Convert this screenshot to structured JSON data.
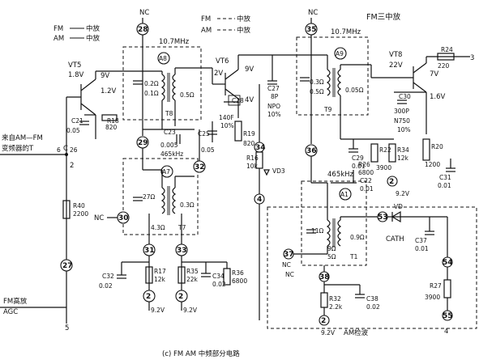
{
  "legend_left": {
    "fm": "FM",
    "fm_label": "中放",
    "am": "AM",
    "am_label": "中放"
  },
  "legend_mid": {
    "fm": "FM",
    "fm_label": "中放",
    "am": "AM",
    "am_label": "中放"
  },
  "title_right": "FM三中放",
  "caption": "(c) FM AM 中频部分电路",
  "section_am_detect": "AM检波",
  "input_label_1": "来自AM—FM",
  "input_label_2": "变频器的T",
  "input_label_3": "C",
  "input_subs": {
    "t": "6",
    "c": "26"
  },
  "agc_label_1": "FM高放",
  "agc_label_2": "AGC",
  "pins": {
    "p28": "28",
    "p29": "29",
    "p30": "30",
    "p31": "31",
    "p32": "32",
    "p33": "33",
    "p34": "34",
    "p35": "35",
    "p36": "36",
    "p37": "37",
    "p38": "38",
    "p27": "27",
    "p53": "53",
    "p54": "54",
    "p55": "55",
    "p4": "4",
    "p2a": "2",
    "p2b": "2",
    "p2c": "2",
    "p2d": "2"
  },
  "nc_labels": [
    "NC",
    "NC",
    "NC",
    "NC",
    "NC"
  ],
  "transformers": {
    "t8": {
      "name": "T8",
      "freq": "10.7MHz",
      "tag": "A8",
      "primary": "0.2Ω",
      "primary2": "0.1Ω",
      "secondary": "0.5Ω",
      "freq2": "465kHz"
    },
    "t7": {
      "name": "T7",
      "tag": "A7",
      "primary": "27Ω",
      "secondary": "0.3Ω",
      "tap": "4.3Ω"
    },
    "t9": {
      "name": "T9",
      "freq": "10.7MHz",
      "tag": "A9",
      "primary": "0.3Ω",
      "primary2": "0.5Ω",
      "secondary": "0.05Ω"
    },
    "t1": {
      "name": "T1",
      "freq": "465kHz",
      "tag": "A1",
      "primary": "11Ω",
      "secondary": "0.9Ω",
      "tap": "9Ω",
      "tap2": "5Ω"
    }
  },
  "transistors": {
    "vt5": {
      "name": "VT5",
      "vb": "1.8V",
      "vc": "9V",
      "ve": "1.2V"
    },
    "vt6": {
      "name": "VT6",
      "vb": "2V",
      "vc": "9V",
      "ve": "4V"
    },
    "vt8": {
      "name": "VT8",
      "vb": "22V",
      "vc": "7V",
      "ve": "1.6V"
    }
  },
  "components": {
    "c21": {
      "name": "C21",
      "value": "0.05"
    },
    "r18": {
      "name": "R18",
      "value": "820"
    },
    "c23": {
      "name": "C23",
      "value": "0.005"
    },
    "c28": {
      "name": "C28",
      "value": "140F",
      "tol": "10%"
    },
    "c25": {
      "name": "C25",
      "value": "0.05"
    },
    "r19": {
      "name": "R19",
      "value": "820"
    },
    "r16": {
      "name": "R16",
      "value": "10k"
    },
    "c27": {
      "name": "C27",
      "value": "8P",
      "type": "NPO",
      "tol": "10%"
    },
    "vd3": {
      "name": "VD3"
    },
    "r24": {
      "name": "R24",
      "value": "220"
    },
    "c30": {
      "name": "C30",
      "value": "300P",
      "type": "N750",
      "tol": "10%"
    },
    "c29": {
      "name": "C29",
      "value": "0.01"
    },
    "r22": {
      "name": "R22",
      "value": "3900"
    },
    "r34": {
      "name": "R34",
      "value": "12k"
    },
    "r20": {
      "name": "R20",
      "value": "1200"
    },
    "c31": {
      "name": "C31",
      "value": "0.01"
    },
    "r40": {
      "name": "R40",
      "value": "2200"
    },
    "c32": {
      "name": "C32",
      "value": "0.02"
    },
    "r17": {
      "name": "R17",
      "value": "12k"
    },
    "r35": {
      "name": "R35",
      "value": "22k"
    },
    "c34": {
      "name": "C34",
      "value": "0.02"
    },
    "r36": {
      "name": "R36",
      "value": "6800"
    },
    "c22": {
      "name": "C22",
      "value": "0.01"
    },
    "r26": {
      "name": "R26",
      "value": "6800"
    },
    "vd": {
      "name": "VD"
    },
    "c37": {
      "name": "C37",
      "value": "0.01",
      "cath": "CATH"
    },
    "r27": {
      "name": "R27",
      "value": "3900"
    },
    "r32": {
      "name": "R32",
      "value": "2.2k"
    },
    "c38": {
      "name": "C38",
      "value": "0.02"
    }
  },
  "supply": {
    "s1": "9.2V",
    "s2": "9.2V",
    "s3": "9.2V",
    "s4": "9.2V"
  },
  "outputs": {
    "o3": "3",
    "o4": "4",
    "o5": "5",
    "o2": "2"
  }
}
